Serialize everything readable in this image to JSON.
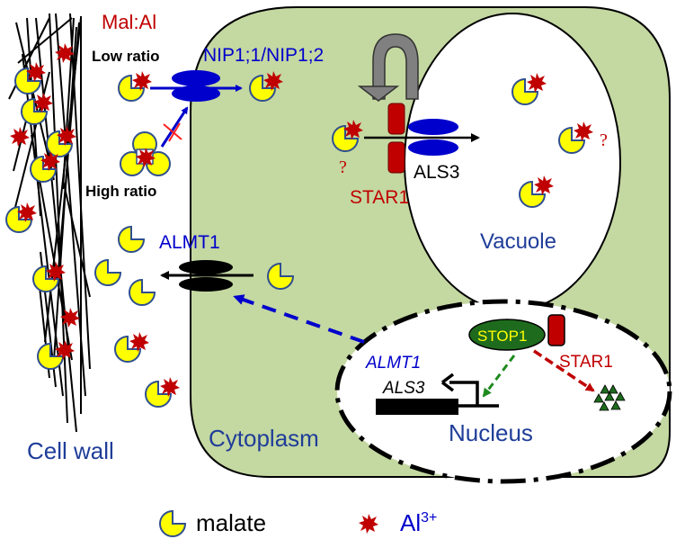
{
  "title": "Aluminum tolerance mechanism: malate-Al transport in plant cell",
  "colors": {
    "cytoplasm_fill": "#c4d8a1",
    "malate_fill": "#ffff00",
    "malate_stroke": "#2f4f8f",
    "al_fill": "#c00000",
    "nip_fill": "#0000cc",
    "star1_fill": "#c00000",
    "stop1_fill": "#1e6b1e",
    "blue_text": "#0000cc",
    "navy_text": "#1f3d99",
    "red_text": "#c00000"
  },
  "labels": {
    "mal_al": "Mal:Al",
    "low_ratio": "Low ratio",
    "high_ratio": "High ratio",
    "nip": "NIP1;1/NIP1;2",
    "als3": "ALS3",
    "star1_membrane": "STAR1",
    "question_1": "?",
    "question_2": "?",
    "vacuole": "Vacuole",
    "almt1_transporter": "ALMT1",
    "stop1": "STOP1",
    "star1_nucleus": "STAR1",
    "almt1_gene": "ALMT1",
    "als3_gene": "ALS3",
    "nucleus": "Nucleus",
    "cytoplasm": "Cytoplasm",
    "cell_wall": "Cell wall"
  },
  "legend": {
    "malate_label": "malate",
    "al_label": "Al",
    "al_superscript": "3+"
  }
}
